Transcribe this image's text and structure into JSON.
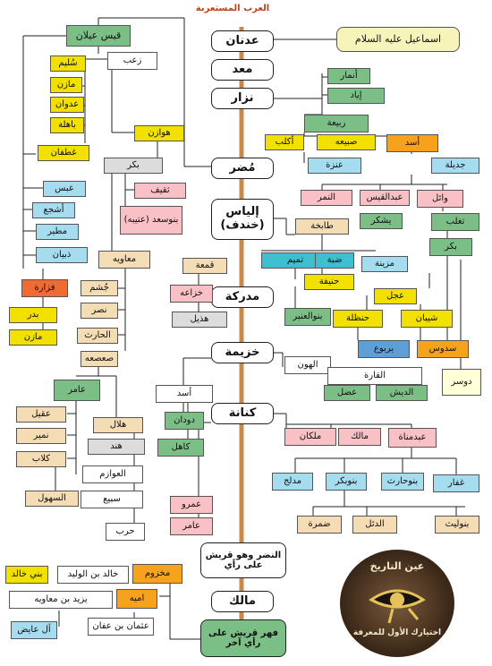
{
  "title": "العرب المستعربة",
  "spine": [
    "عدنان",
    "معد",
    "نزار",
    "مُضر",
    "إلياس (خندف)",
    "مدركة",
    "خزيمة",
    "كنانة",
    "النضر وهو قريش على رأي",
    "مالك",
    "فهر قريش على رأي آخر"
  ],
  "nodes": {
    "ismail": "اسماعيل عليه السلام",
    "qays": "قيس عيلان",
    "zaab": "زعب",
    "sulaym": "سُليم",
    "mazin1": "مازن",
    "adwan": "عدوان",
    "bahila": "باهلة",
    "ghatafan": "غطفان",
    "abs": "عبس",
    "ashja": "أشجع",
    "mutayr": "مطير",
    "dhubyan": "ذبيان",
    "fazara": "فزارة",
    "badr": "بدر",
    "mazin2": "مازن",
    "hawazin": "هوازن",
    "bakr1": "بكر",
    "thaqif": "ثقيف",
    "banusaad": "بنوسعد (عتيبه)",
    "muawiya": "معاويه",
    "jusham": "جُشم",
    "nasr": "نصر",
    "harith1": "الحارث",
    "sasaa": "صعصعه",
    "amir": "عامر",
    "uqayl": "عقيل",
    "numayr": "نمير",
    "kilab": "كلاب",
    "suhul": "السهول",
    "hilal": "هلال",
    "hind": "هند",
    "awazim": "العوازم",
    "subay": "سبيع",
    "harb": "حرب",
    "anmar": "أنمار",
    "iyad": "إياد",
    "rabia": "ربيعة",
    "aklub": "أكلب",
    "subayaa": "صبيعه",
    "asad1": "أسد",
    "anaza": "عنزة",
    "jadila": "جديلة",
    "nimr": "النمر",
    "abdalqays": "عبدالقيس",
    "wail": "وائل",
    "yashkur": "يشكر",
    "taghlib": "تغلب",
    "bakr2": "بكر",
    "tabikha": "طابخة",
    "tamim": "تميم",
    "dabba": "ضبة",
    "muzayna": "مزينة",
    "hanifa": "حنيفة",
    "ijl": "عجل",
    "hanzala": "حنظلة",
    "banualanbar": "بنوالعنبر",
    "shayban": "شيبان",
    "yarbu": "يربوع",
    "sadus": "سدوس",
    "dawsar": "دوسر",
    "qumaa": "قمعة",
    "khuzaa": "خزاعه",
    "hudhayl": "هذيل",
    "alhun": "الهون",
    "alqara": "القارة",
    "adal": "عضل",
    "aldaysh": "الديش",
    "asad2": "أسد",
    "dudan": "دودان",
    "kahil": "كاهل",
    "milkan": "ملكان",
    "malik": "مالك",
    "abdmanat": "عبدمناة",
    "mudlij": "مدلج",
    "banubakr": "بنوبكر",
    "banuharith": "بنوحارث",
    "ghifar": "غفار",
    "damra": "ضمرة",
    "aldil": "الدئل",
    "banulayth": "بنوليث",
    "amr": "عمرو",
    "amir2": "عامر",
    "banikhalid": "بني خالد",
    "khalidwalid": "خالد بن الوليد",
    "makhzum": "مخزوم",
    "yazid": "يزيد بن معاويه",
    "umayya": "اميه",
    "aaidh": "آل عايض",
    "uthman": "عثمان بن عفان"
  },
  "logo": {
    "line1": "عين التاريخ",
    "line2": "اختيارك الأول للمعرفة"
  },
  "colors": {
    "green": "#7bbf86",
    "yellow": "#f2e000",
    "orange": "#f6a21c",
    "blue": "#a6dcef",
    "pink": "#f9c1c6",
    "spine": "#c98a4b"
  }
}
